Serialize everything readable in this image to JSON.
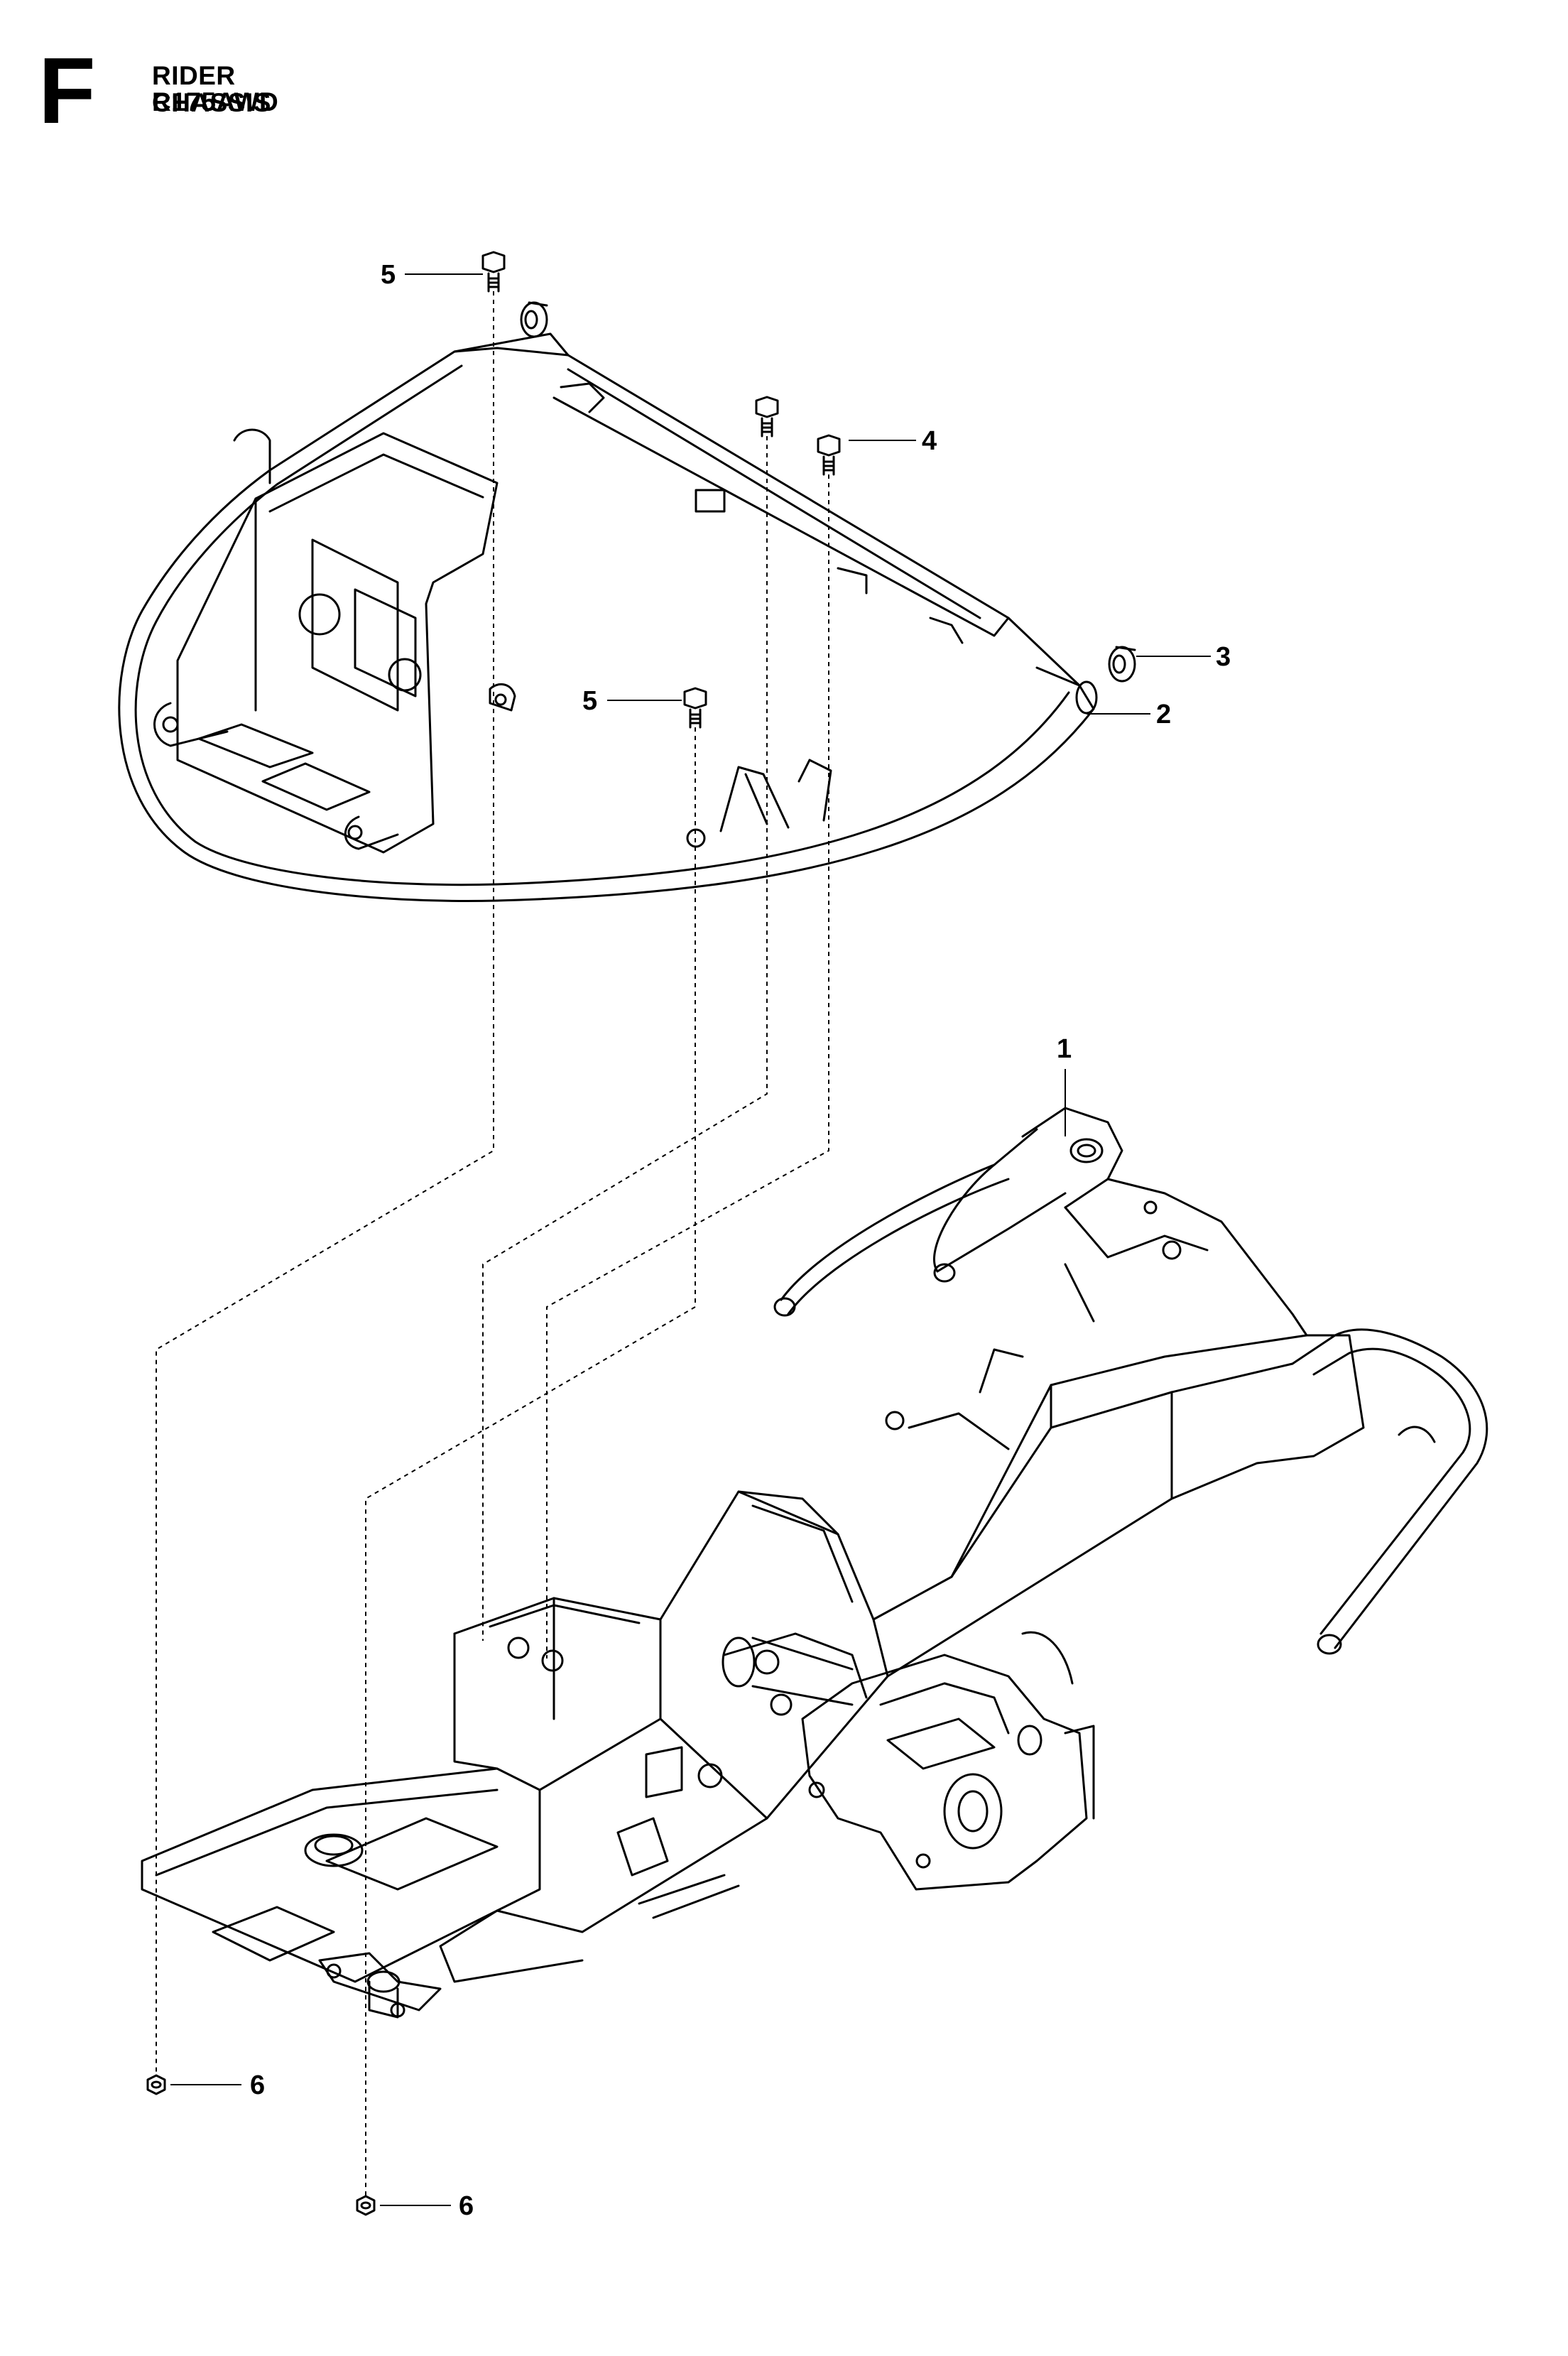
{
  "header": {
    "section_letter": "F",
    "model": "RIDER R175AWD",
    "section_title": "CHASSIS"
  },
  "callouts": [
    {
      "id": "c5a",
      "label": "5"
    },
    {
      "id": "c4",
      "label": "4"
    },
    {
      "id": "c3",
      "label": "3"
    },
    {
      "id": "c2",
      "label": "2"
    },
    {
      "id": "c5b",
      "label": "5"
    },
    {
      "id": "c1",
      "label": "1"
    },
    {
      "id": "c6a",
      "label": "6"
    },
    {
      "id": "c6b",
      "label": "6"
    }
  ]
}
